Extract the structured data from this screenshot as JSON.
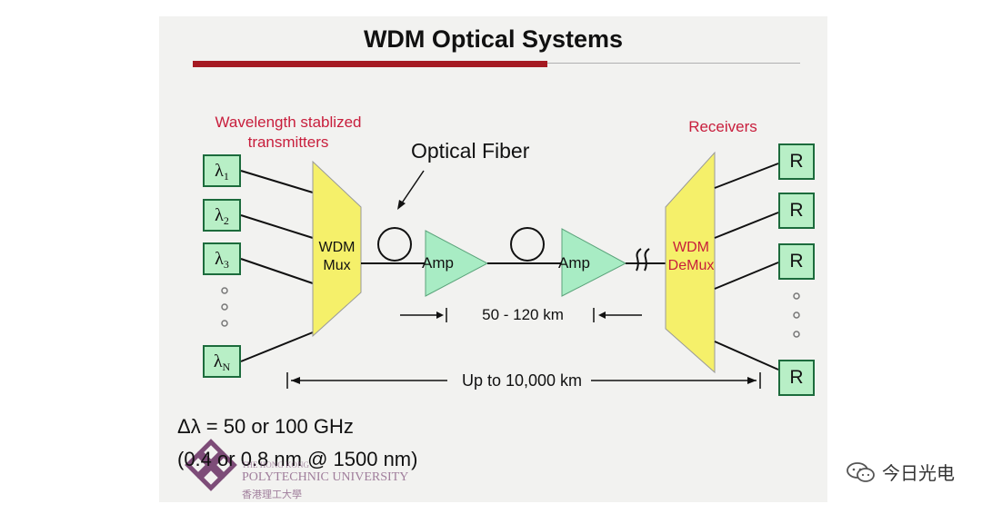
{
  "title": "WDM Optical Systems",
  "labels": {
    "transmitters": "Wavelength stablized transmitters",
    "receivers": "Receivers",
    "optical_fiber": "Optical Fiber",
    "mux": "WDM Mux",
    "demux": "WDM DeMux",
    "amp": "Amp",
    "span": "50 - 120 km",
    "total": "Up to 10,000 km",
    "spacing_line1": "Δλ = 50 or 100 GHz",
    "spacing_line2": "(0.4 or 0.8 nm @ 1500 nm)"
  },
  "transmitters": [
    {
      "symbol": "λ",
      "index": "1"
    },
    {
      "symbol": "λ",
      "index": "2"
    },
    {
      "symbol": "λ",
      "index": "3"
    },
    {
      "symbol": "λ",
      "index": "N"
    }
  ],
  "receivers": [
    "R",
    "R",
    "R",
    "R"
  ],
  "logo": {
    "line1": "THE HONG KONG",
    "line2": "POLYTECHNIC UNIVERSITY",
    "line3": "香港理工大學"
  },
  "watermark": "今日光电",
  "colors": {
    "title_bar": "#a51a22",
    "label_red": "#c81e3c",
    "box_fill": "#b8efc6",
    "mux_fill": "#f5f06a",
    "amp_fill": "#a8ecc4"
  }
}
